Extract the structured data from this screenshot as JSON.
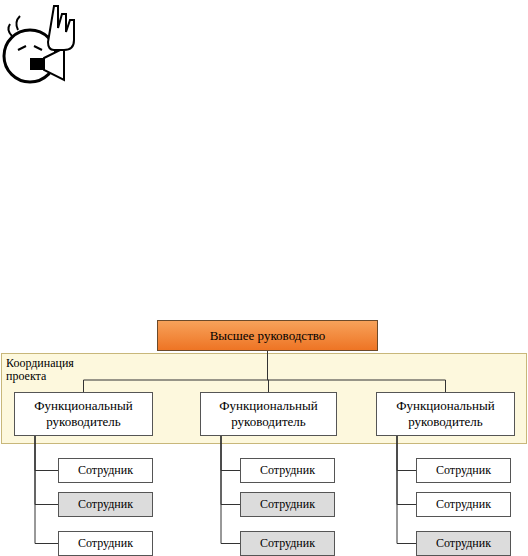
{
  "diagram": {
    "nodes": [
      {
        "text": [
          "Высшее руководство"
        ]
      },
      {
        "text": [
          "Координация проекта"
        ]
      },
      {
        "text": [
          "Функциональный руководитель"
        ],
        "in": 1
      },
      {
        "text": [
          "Функциональный руководитель"
        ],
        "in": 1
      },
      {
        "text": [
          "Функциональный руководитель"
        ],
        "in": 1
      },
      {
        "text": [
          "Сотрудник"
        ]
      },
      {
        "text": [
          "Сотрудник"
        ]
      },
      {
        "text": [
          "Сотрудник"
        ]
      },
      {
        "text": [
          "Сотрудник"
        ]
      },
      {
        "text": [
          "Сотрудник"
        ]
      },
      {
        "text": [
          "Сотрудник"
        ]
      },
      {
        "text": [
          "Сотрудник"
        ]
      },
      {
        "text": [
          "Сотрудник"
        ]
      },
      {
        "text": [
          "Сотрудник"
        ]
      }
    ],
    "edges": [
      {
        "from": 0,
        "to": 2,
        "arrow": "none"
      },
      {
        "from": 0,
        "to": 3,
        "arrow": "none"
      },
      {
        "from": 0,
        "to": 4,
        "arrow": "none"
      },
      {
        "from": 2,
        "to": 5,
        "arrow": "none"
      },
      {
        "from": 2,
        "to": 8,
        "arrow": "none"
      },
      {
        "from": 2,
        "to": 11,
        "arrow": "none"
      },
      {
        "from": 3,
        "to": 6,
        "arrow": "none"
      },
      {
        "from": 3,
        "to": 9,
        "arrow": "none"
      },
      {
        "from": 3,
        "to": 12,
        "arrow": "none"
      },
      {
        "from": 4,
        "to": 7,
        "arrow": "none"
      },
      {
        "from": 4,
        "to": 10,
        "arrow": "none"
      },
      {
        "from": 4,
        "to": 13,
        "arrow": "none"
      }
    ]
  }
}
